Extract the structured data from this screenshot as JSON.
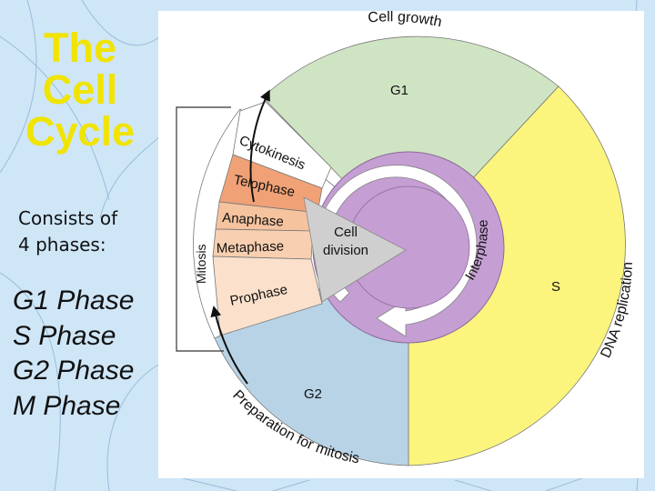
{
  "slide": {
    "title_lines": [
      "The",
      "Cell",
      "Cycle"
    ],
    "subtitle_lines": [
      "Consists of",
      "4 phases:"
    ],
    "phase_list": [
      "G1 Phase",
      "S Phase",
      "G2 Phase",
      "M Phase"
    ]
  },
  "diagram": {
    "outer_labels": {
      "top": "Cell growth",
      "right": "DNA replication",
      "bottom": "Preparation for mitosis"
    },
    "phase_labels": {
      "g1": "G1",
      "s": "S",
      "g2": "G2"
    },
    "mitosis_stages": [
      "Cytokinesis",
      "Telophase",
      "Anaphase",
      "Metaphase",
      "Prophase"
    ],
    "mitosis_label": "Mitosis",
    "center_lines": [
      "Cell",
      "division"
    ],
    "interphase_label": "Interphase",
    "colors": {
      "g1": "#cfe4c3",
      "s": "#fbf57e",
      "g2": "#b8d3e6",
      "interphase_ring": "#c59ed3",
      "telophase": "#f0a276",
      "anaphase": "#f6c39f",
      "metaphase": "#f8cfb0",
      "prophase": "#fbe1cc",
      "cell_division_wedge": "#cfcfcf"
    }
  }
}
